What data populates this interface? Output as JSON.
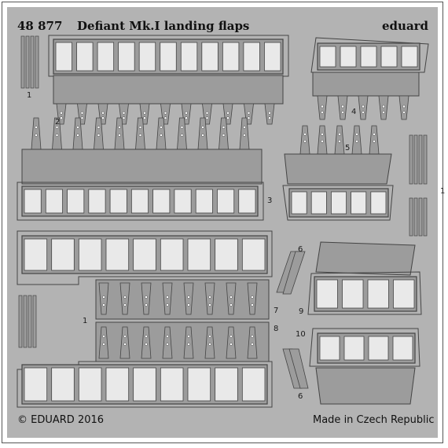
{
  "header": {
    "set_number": "48 877",
    "title": "Defiant Mk.I landing flaps",
    "brand": "eduard"
  },
  "footer": {
    "copyright": "© EDUARD 2016",
    "origin": "Made in Czech Republic"
  },
  "part_labels": {
    "p1a": "1",
    "p1b": "1",
    "p1c": "1",
    "p2": "2",
    "p3": "3",
    "p4": "4",
    "p5": "5",
    "p6a": "6",
    "p6b": "6",
    "p7": "7",
    "p8": "8",
    "p9": "9",
    "p10": "10"
  },
  "colors": {
    "fret_metal": "#b3b3b3",
    "part_metal": "#9c9c9c",
    "etched_line": "#444444",
    "cutout": "#e9e9e9"
  }
}
